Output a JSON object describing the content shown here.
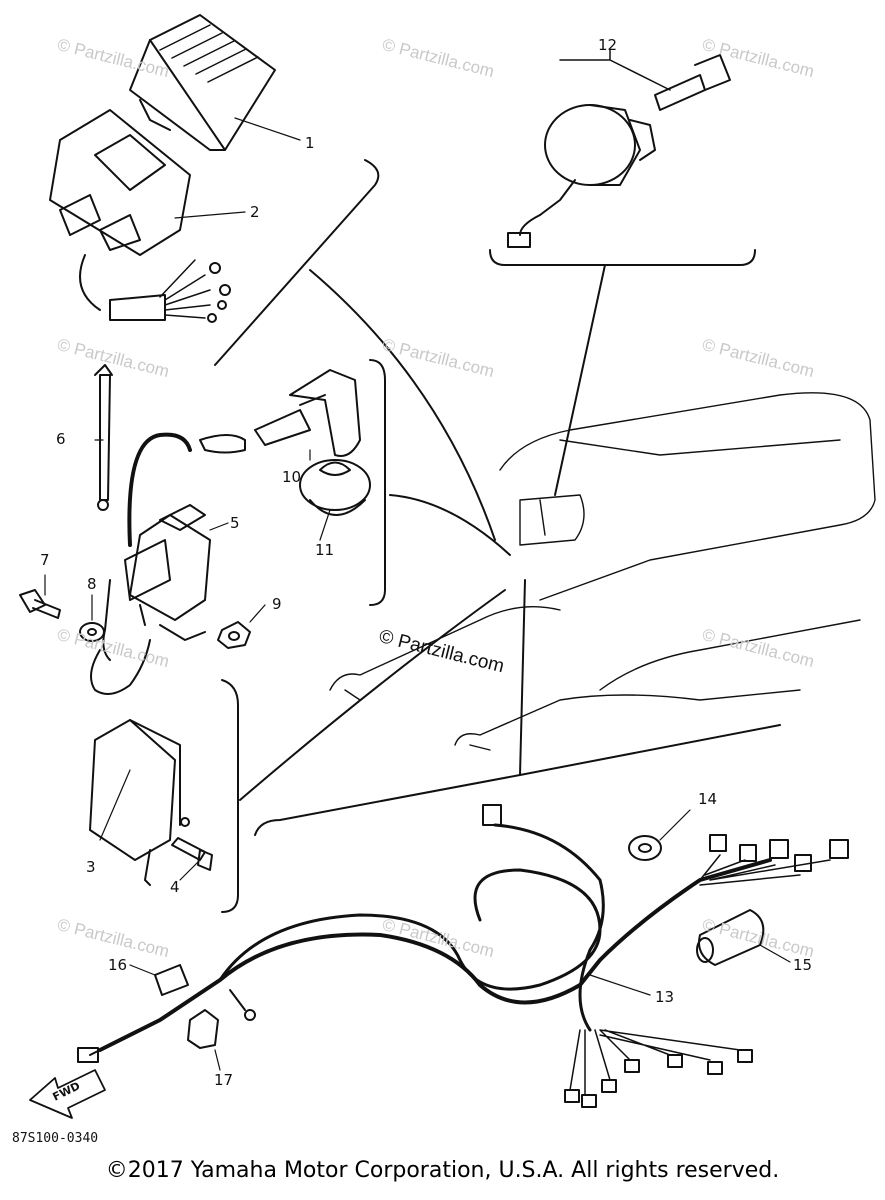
{
  "diagram": {
    "drawing_id": "87S100-0340",
    "copyright": "©2017  Yamaha Motor Corporation, U.S.A. All rights reserved.",
    "center_watermark": "© Partzilla.com",
    "watermark_text": "© Partzilla.com",
    "fwd_label": "FWD",
    "callouts": {
      "c1": "1",
      "c2": "2",
      "c3": "3",
      "c4": "4",
      "c5": "5",
      "c6": "6",
      "c7": "7",
      "c8": "8",
      "c9": "9",
      "c10": "10",
      "c11": "11",
      "c12": "12",
      "c13": "13",
      "c14": "14",
      "c15": "15",
      "c16": "16",
      "c17": "17"
    }
  }
}
